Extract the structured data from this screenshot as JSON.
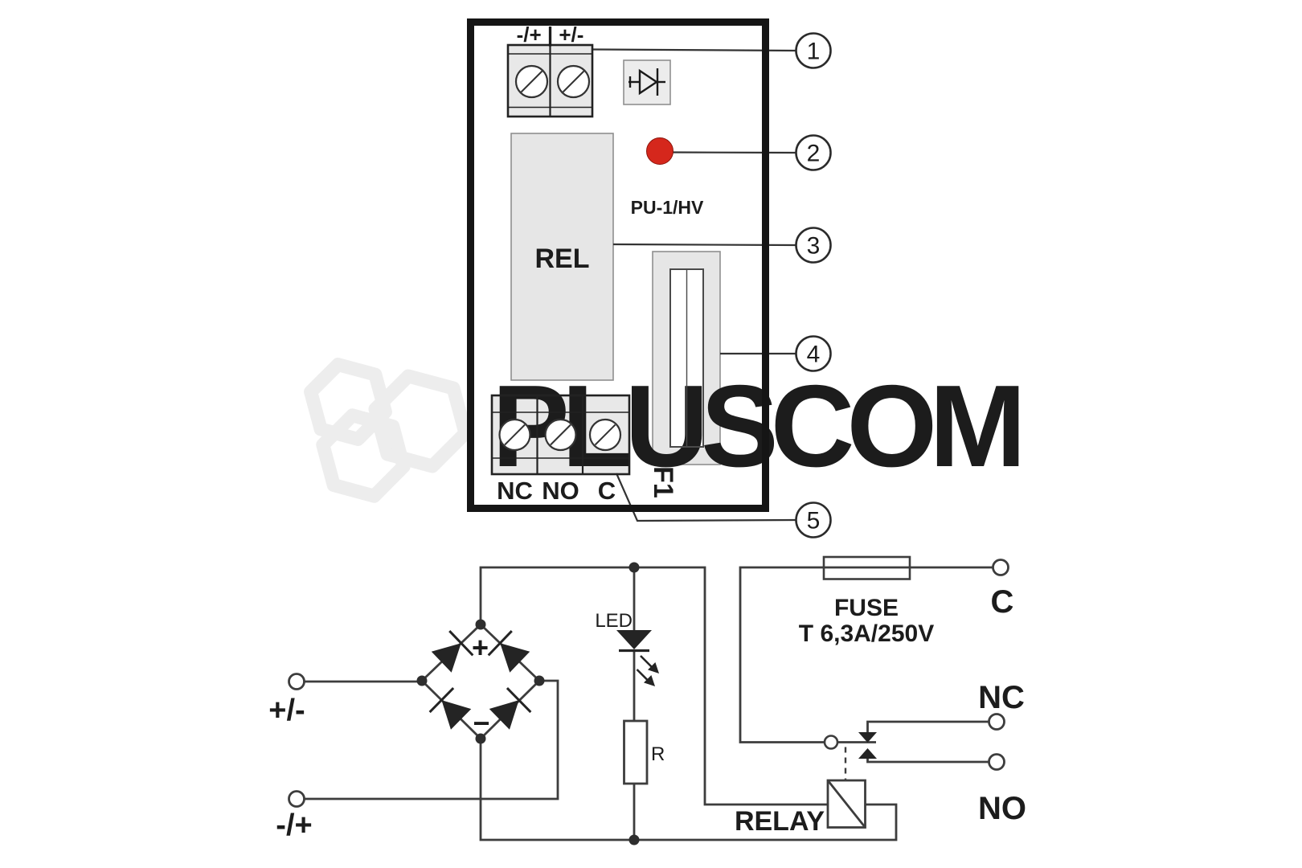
{
  "colors": {
    "led_red": "#d5271c",
    "watermark": "#ebebeb"
  },
  "watermark": {
    "text": "PLUSCOM"
  },
  "board": {
    "model": "PU-1/HV",
    "input_terminals_label": "-/+ | +/-",
    "relay_block_label": "REL",
    "fuse_block_label": "F1",
    "terminal_nc": "NC",
    "terminal_no": "NO",
    "terminal_c": "C"
  },
  "callouts": {
    "c1": "1",
    "c2": "2",
    "c3": "3",
    "c4": "4",
    "c5": "5"
  },
  "schematic": {
    "input_positive": "+/-",
    "input_negative": "-/+",
    "bridge_plus": "+",
    "bridge_minus": "−",
    "led_label": "LED",
    "resistor_label": "R",
    "relay_label": "RELAY",
    "fuse_name": "FUSE",
    "fuse_rating": "T 6,3A/250V",
    "contact_c": "C",
    "contact_nc": "NC",
    "contact_no": "NO"
  }
}
